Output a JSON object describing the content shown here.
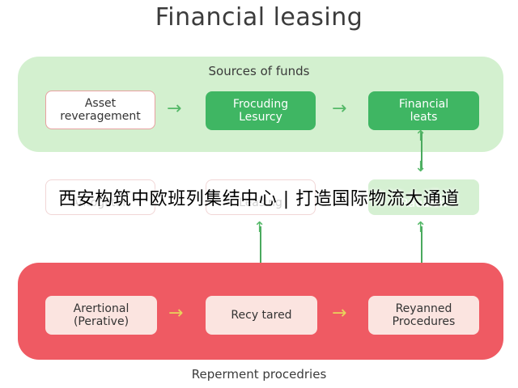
{
  "title": "Financial leasing",
  "top_panel": {
    "label": "Sources of funds",
    "boxes": [
      {
        "label": "Asset\nreveragement"
      },
      {
        "label": "Frocuding\nLesurcy"
      },
      {
        "label": "Financial\nleats"
      }
    ]
  },
  "middle_row": {
    "boxes": [
      {
        "label": "Antoglitun"
      },
      {
        "label": "Leasing"
      },
      {
        "label": "Rauaion"
      }
    ]
  },
  "bottom_panel": {
    "label": "Reperment procedries",
    "boxes": [
      {
        "label": "Arertional\n(Perative)"
      },
      {
        "label": "Recy tared"
      },
      {
        "label": "Reyanned\nProcedures"
      }
    ]
  },
  "overlay_caption": "西安构筑中欧班列集结中心 | 打造国际物流大通道",
  "colors": {
    "top_panel_bg": "#d3f0cf",
    "green_box": "#3fb663",
    "bottom_panel_bg": "#ef5a63",
    "pink_box": "#fbe4e0",
    "connector": "#4aa95e"
  },
  "icons": {
    "right_arrow": "→",
    "up_arrow": "↑",
    "down_arrow": "↓"
  }
}
